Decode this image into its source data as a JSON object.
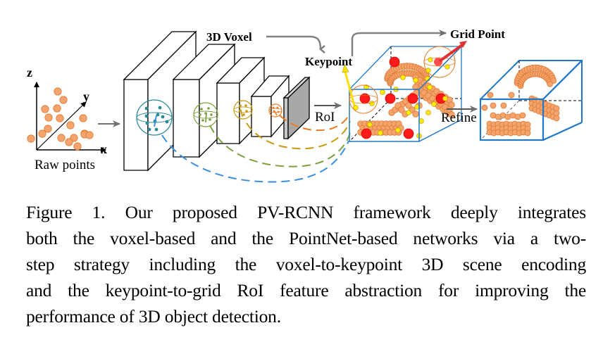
{
  "figure": {
    "labels": {
      "raw_points": "Raw points",
      "axis_x": "x",
      "axis_y": "y",
      "axis_z": "z",
      "voxel": "3D Voxel",
      "keypoint": "Keypoint",
      "grid_point": "Grid Point",
      "roi": "RoI",
      "refine": "Refine"
    },
    "colors": {
      "point_orange": "#f4a46e",
      "point_orange_stroke": "#e07a30",
      "keypoint_red": "#ff1a1a",
      "keypoint_yellow": "#ffee00",
      "box_blue": "#1f78c8",
      "sphere_teal": "#2a8a9a",
      "sphere_green": "#7aa040",
      "sphere_gold": "#c99a10",
      "sphere_orange": "#ee7a22",
      "dash_blue": "#3a8ee0",
      "gray_arrow": "#808080",
      "feature_gray": "#b0b0b0"
    }
  },
  "caption": {
    "lines": [
      "Figure 1. Our proposed PV-RCNN framework deeply integrates",
      "both the voxel-based and the PointNet-based networks via a two-",
      "step strategy including the voxel-to-keypoint 3D scene encoding",
      "and the keypoint-to-grid RoI feature abstraction for improving the",
      "performance of 3D object detection."
    ]
  }
}
